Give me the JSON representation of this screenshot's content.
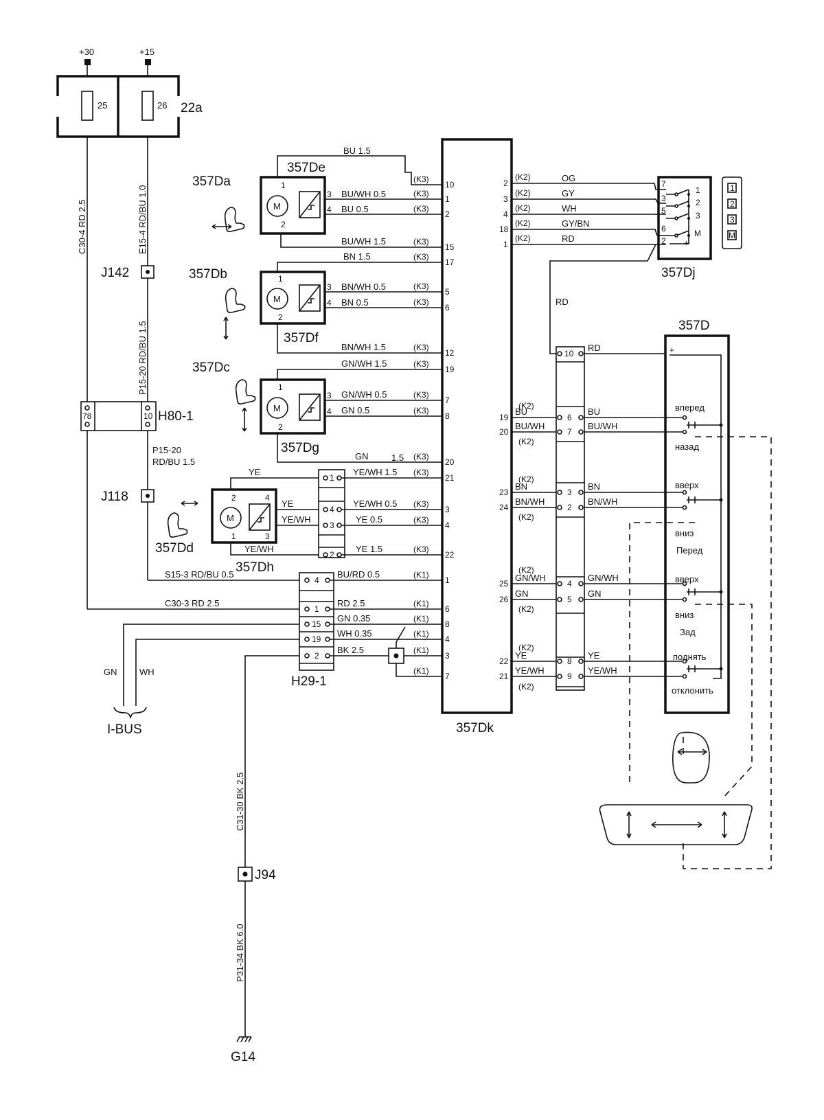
{
  "supplies": {
    "b30": "+30",
    "b15": "+15"
  },
  "fusebox": {
    "id": "22a",
    "fuse1": "25",
    "fuse2": "26"
  },
  "left_wires": {
    "c30_4": "C30-4  RD  2.5",
    "e15_4": "E15-4  RD/BU  1.0",
    "p15_20_v": "P15-20  RD/BU  1.5",
    "p15_20_h1": "P15-20",
    "p15_20_h2": "RD/BU  1.5",
    "s15_3": "S15-3  RD/BU  0.5",
    "c30_3": "C30-3  RD  2.5",
    "c31_30": "C31-30  BK  2.5",
    "p31_34": "P31-34  BK  6.0"
  },
  "junctions": {
    "j142": "J142",
    "j118": "J118",
    "j94": "J94",
    "g14": "G14"
  },
  "connectors": {
    "h80": "H80-1",
    "h80_p1": "78",
    "h80_p2": "10",
    "h29": "H29-1"
  },
  "ibus": {
    "label": "I-BUS",
    "gn": "GN",
    "wh": "WH"
  },
  "seat_labels": {
    "a": "357Da",
    "b": "357Db",
    "c": "357Dc",
    "d": "357Dd"
  },
  "motors": {
    "de": "357De",
    "df": "357Df",
    "dg": "357Dg",
    "dh": "357Dh",
    "m": "M"
  },
  "k3_tag": "(K3)",
  "k2_tag": "(K2)",
  "k1_tag": "(K1)",
  "w_de": {
    "top": "BU  1.5",
    "a": "BU/WH  0.5",
    "b": "BU  0.5",
    "c": "BU/WH  1.5"
  },
  "w_df": {
    "top": "BN  1.5",
    "a": "BN/WH  0.5",
    "b": "BN  0.5",
    "c": "BN/WH  1.5"
  },
  "w_dg": {
    "top": "GN/WH  1.5",
    "a": "GN/WH  0.5",
    "b": "GN  0.5",
    "c1": "GN",
    "c2": "1.5"
  },
  "w_dh": {
    "ye": "YE",
    "yewh_a": "YE/WH  1.5",
    "ye_a": "YE",
    "yewh_b": "YE/WH",
    "yewh_c": "YE/WH  0.5",
    "ye_b": "YE  0.5",
    "yewh_d": "YE/WH",
    "ye_c": "YE  1.5"
  },
  "w_h29": {
    "burd": "BU/RD  0.5",
    "rd": "RD  2.5",
    "gn": "GN  0.35",
    "wh": "WH  0.35",
    "bk": "BK  2.5"
  },
  "ecu": {
    "id": "357Dk",
    "lpins": [
      "10",
      "1",
      "2",
      "15",
      "17",
      "5",
      "6",
      "12",
      "19",
      "7",
      "8",
      "20",
      "21",
      "3",
      "4",
      "22",
      "1",
      "6",
      "8",
      "4",
      "3",
      "7"
    ],
    "rpins": [
      "2",
      "3",
      "4",
      "18",
      "1",
      "19",
      "20",
      "23",
      "24",
      "25",
      "26",
      "22",
      "21"
    ]
  },
  "dj": {
    "id": "357Dj",
    "og": "OG",
    "gy": "GY",
    "wh": "WH",
    "gybn": "GY/BN",
    "rd": "RD",
    "rd2": "RD",
    "p7": "7",
    "p3": "3",
    "p5": "5",
    "p6": "6",
    "p2": "2",
    "t1": "1",
    "t2": "2",
    "t3": "3",
    "tm": "M",
    "plus": "+"
  },
  "icons": {
    "i1": "1",
    "i2": "2",
    "i3": "3",
    "im": "M"
  },
  "d357": {
    "id": "357D",
    "rd": "RD",
    "plus": "+",
    "vpered": "вперед",
    "nazad": "назад",
    "vverh1": "вверх",
    "vniz1": "вниз",
    "pered": "Перед",
    "vverh2": "вверх",
    "vniz2": "вниз",
    "zad": "Зад",
    "podnyat": "поднять",
    "otklonit": "отклонить"
  },
  "w_right": {
    "bu": "BU",
    "buwh": "BU/WH",
    "bn": "BN",
    "bnwh": "BN/WH",
    "gnwh": "GN/WH",
    "gn": "GN",
    "ye": "YE",
    "yewh": "YE/WH"
  },
  "mid_conn": {
    "p10": "10",
    "p6": "6",
    "p7": "7",
    "p3": "3",
    "p2": "2",
    "p4": "4",
    "p5": "5",
    "p8": "8",
    "p9": "9"
  },
  "h29_pins": {
    "p4": "4",
    "p1": "1",
    "p15": "15",
    "p19": "19",
    "p2": "2"
  },
  "dh_conn": {
    "p1": "1",
    "p4": "4",
    "p3": "3",
    "p2": "2"
  },
  "motor_pins": {
    "one": "1",
    "two": "2",
    "three": "3",
    "four": "4"
  }
}
